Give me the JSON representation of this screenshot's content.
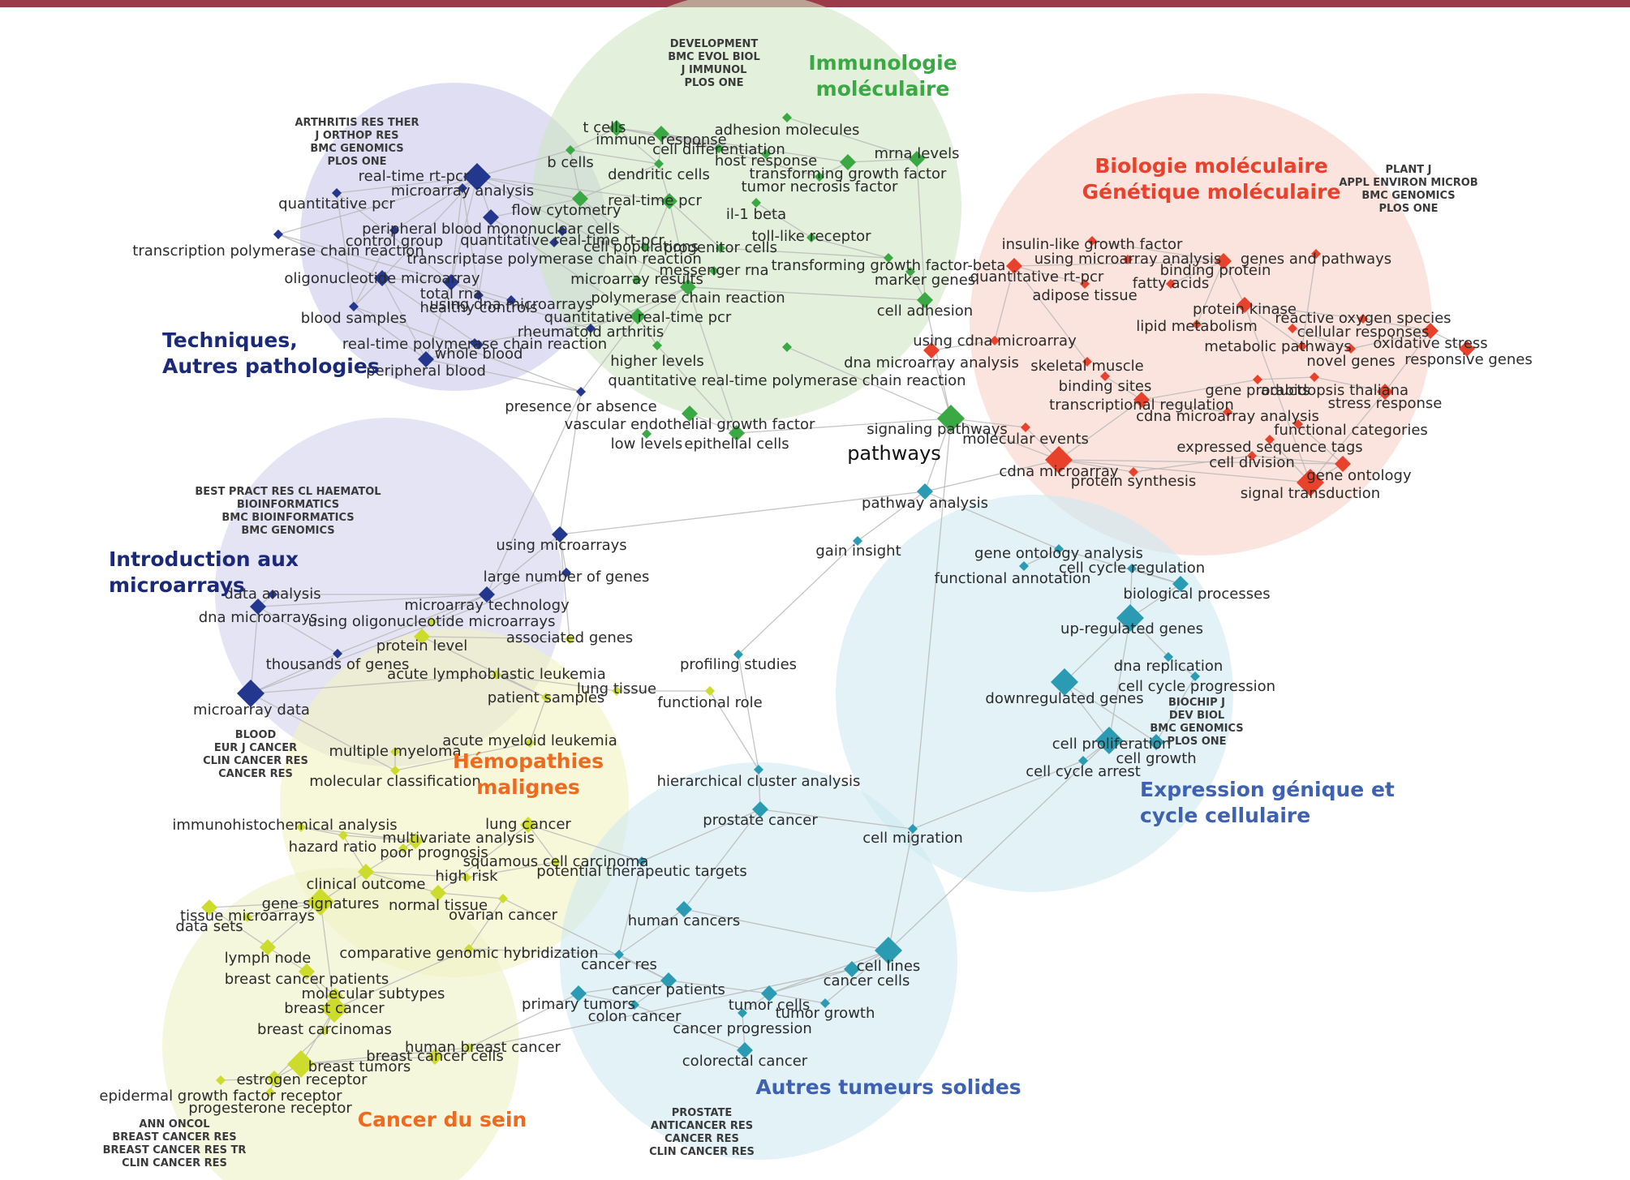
{
  "colors": {
    "blue": "#23378f",
    "green": "#3aa843",
    "red": "#e8412c",
    "teal": "#2a9bb2",
    "lime": "#cddc2c",
    "yellow": "#d7dc33",
    "title_navy": "#1b2a78",
    "title_green": "#3aa843",
    "title_red": "#e8412c",
    "title_steel": "#3e62b0",
    "title_orange": "#ee6a1f",
    "edge": "#b8b8b8",
    "topbar": "#9b3b4a"
  },
  "clusters": [
    {
      "id": "tech",
      "color": "#c9c8ea",
      "title": [
        "Techniques,",
        "Autres pathologies"
      ],
      "title_color": "#1b2a78",
      "journals": [
        "ARTHRITIS RES THER",
        "J ORTHOP RES",
        "BMC GENOMICS",
        "PLOS ONE"
      ]
    },
    {
      "id": "immuno",
      "color": "#cfe6c4",
      "title": [
        "Immunologie",
        "moléculaire"
      ],
      "title_color": "#3aa843",
      "journals": [
        "DEVELOPMENT",
        "BMC EVOL BIOL",
        "J IMMUNOL",
        "PLOS ONE"
      ]
    },
    {
      "id": "biomol",
      "color": "#f8d2c8",
      "title": [
        "Biologie moléculaire",
        "Génétique moléculaire"
      ],
      "title_color": "#e8412c",
      "journals": [
        "PLANT J",
        "APPL ENVIRON MICROB",
        "BMC GENOMICS",
        "PLOS ONE"
      ]
    },
    {
      "id": "intro",
      "color": "#d3d2ee",
      "title": [
        "Introduction aux",
        "microarrays"
      ],
      "title_color": "#1b2a78",
      "journals": [
        "BEST PRACT RES CL HAEMATOL",
        "BIOINFORMATICS",
        "BMC BIOINFORMATICS",
        "BMC GENOMICS"
      ]
    },
    {
      "id": "expr",
      "color": "#cfe9f1",
      "title": [
        "Expression génique et",
        "cycle cellulaire"
      ],
      "title_color": "#3e62b0",
      "journals": [
        "BIOCHIP J",
        "DEV BIOL",
        "BMC GENOMICS",
        "PLOS ONE"
      ]
    },
    {
      "id": "hemo",
      "color": "#f1f3c0",
      "title": [
        "Hémopathies",
        "malignes"
      ],
      "title_color": "#ee6a1f",
      "journals": [
        "BLOOD",
        "EUR J CANCER",
        "CLIN CANCER RES",
        "CANCER RES"
      ]
    },
    {
      "id": "solid",
      "color": "#cfe9f1",
      "title": [
        "Autres tumeurs solides"
      ],
      "title_color": "#3e62b0",
      "journals": [
        "PROSTATE",
        "ANTICANCER RES",
        "CANCER RES",
        "CLIN CANCER RES"
      ]
    },
    {
      "id": "sein",
      "color": "#eef2c6",
      "title": [
        "Cancer du sein"
      ],
      "title_color": "#ee6a1f",
      "journals": [
        "ANN ONCOL",
        "BREAST CANCER RES",
        "BREAST CANCER RES TR",
        "CLIN CANCER RES"
      ]
    }
  ],
  "nodes": [
    {
      "label": "real-time rt-pcr",
      "g": "blue",
      "s": 3
    },
    {
      "label": "microarray analysis",
      "g": "blue",
      "s": 1
    },
    {
      "label": "quantitative pcr",
      "g": "blue",
      "s": 1
    },
    {
      "label": "transcription polymerase chain reaction",
      "g": "blue",
      "s": 1
    },
    {
      "label": "peripheral blood mononuclear cells",
      "g": "blue",
      "s": 2
    },
    {
      "label": "control group",
      "g": "blue",
      "s": 1
    },
    {
      "label": "quantitative real-time rt-pcr",
      "g": "blue",
      "s": 1
    },
    {
      "label": "transcriptase polymerase chain reaction",
      "g": "blue",
      "s": 1
    },
    {
      "label": "oligonucleotide microarray",
      "g": "blue",
      "s": 2
    },
    {
      "label": "total rna",
      "g": "blue",
      "s": 2
    },
    {
      "label": "healthy controls",
      "g": "blue",
      "s": 1
    },
    {
      "label": "using dna microarrays",
      "g": "blue",
      "s": 1
    },
    {
      "label": "blood samples",
      "g": "blue",
      "s": 1
    },
    {
      "label": "whole blood",
      "g": "blue",
      "s": 1
    },
    {
      "label": "real-time polymerase chain reaction",
      "g": "blue",
      "s": 1
    },
    {
      "label": "peripheral blood",
      "g": "blue",
      "s": 2
    },
    {
      "label": "presence or absence",
      "g": "blue",
      "s": 1
    },
    {
      "label": "rheumatoid arthritis",
      "g": "blue",
      "s": 1
    },
    {
      "label": "t cells",
      "g": "green",
      "s": 2
    },
    {
      "label": "immune response",
      "g": "green",
      "s": 2
    },
    {
      "label": "cell differentiation",
      "g": "green",
      "s": 1
    },
    {
      "label": "adhesion molecules",
      "g": "green",
      "s": 1
    },
    {
      "label": "b cells",
      "g": "green",
      "s": 1
    },
    {
      "label": "dendritic cells",
      "g": "green",
      "s": 1
    },
    {
      "label": "host response",
      "g": "green",
      "s": 1
    },
    {
      "label": "mrna levels",
      "g": "green",
      "s": 2
    },
    {
      "label": "transforming growth factor",
      "g": "green",
      "s": 2
    },
    {
      "label": "tumor necrosis factor",
      "g": "green",
      "s": 1
    },
    {
      "label": "real-time pcr",
      "g": "green",
      "s": 2
    },
    {
      "label": "flow cytometry",
      "g": "green",
      "s": 2
    },
    {
      "label": "il-1 beta",
      "g": "green",
      "s": 1
    },
    {
      "label": "toll-like receptor",
      "g": "green",
      "s": 1
    },
    {
      "label": "cell populations",
      "g": "green",
      "s": 1
    },
    {
      "label": "progenitor cells",
      "g": "green",
      "s": 1
    },
    {
      "label": "transforming growth factor-beta",
      "g": "green",
      "s": 1
    },
    {
      "label": "messenger rna",
      "g": "green",
      "s": 1
    },
    {
      "label": "microarray results",
      "g": "green",
      "s": 1
    },
    {
      "label": "marker genes",
      "g": "green",
      "s": 1
    },
    {
      "label": "polymerase chain reaction",
      "g": "green",
      "s": 2
    },
    {
      "label": "cell adhesion",
      "g": "green",
      "s": 2
    },
    {
      "label": "quantitative real-time pcr",
      "g": "green",
      "s": 2
    },
    {
      "label": "higher levels",
      "g": "green",
      "s": 1
    },
    {
      "label": "quantitative real-time polymerase chain reaction",
      "g": "green",
      "s": 1
    },
    {
      "label": "vascular endothelial growth factor",
      "g": "green",
      "s": 2
    },
    {
      "label": "low levels",
      "g": "green",
      "s": 1
    },
    {
      "label": "epithelial cells",
      "g": "green",
      "s": 2
    },
    {
      "label": "signaling pathways",
      "g": "green",
      "s": 3
    },
    {
      "label": "insulin-like growth factor",
      "g": "red",
      "s": 1
    },
    {
      "label": "using microarray analysis",
      "g": "red",
      "s": 1
    },
    {
      "label": "binding protein",
      "g": "red",
      "s": 2
    },
    {
      "label": "genes and pathways",
      "g": "red",
      "s": 1
    },
    {
      "label": "quantitative rt-pcr",
      "g": "red",
      "s": 2
    },
    {
      "label": "fatty acids",
      "g": "red",
      "s": 1
    },
    {
      "label": "adipose tissue",
      "g": "red",
      "s": 1
    },
    {
      "label": "protein kinase",
      "g": "red",
      "s": 2
    },
    {
      "label": "reactive oxygen species",
      "g": "red",
      "s": 1
    },
    {
      "label": "lipid metabolism",
      "g": "red",
      "s": 1
    },
    {
      "label": "cellular responses",
      "g": "red",
      "s": 1
    },
    {
      "label": "oxidative stress",
      "g": "red",
      "s": 2
    },
    {
      "label": "metabolic pathways",
      "g": "red",
      "s": 1
    },
    {
      "label": "using cdna microarray",
      "g": "red",
      "s": 1
    },
    {
      "label": "novel genes",
      "g": "red",
      "s": 1
    },
    {
      "label": "responsive genes",
      "g": "red",
      "s": 2
    },
    {
      "label": "dna microarray analysis",
      "g": "red",
      "s": 2
    },
    {
      "label": "skeletal muscle",
      "g": "red",
      "s": 1
    },
    {
      "label": "binding sites",
      "g": "red",
      "s": 1
    },
    {
      "label": "gene products",
      "g": "red",
      "s": 1
    },
    {
      "label": "arabidopsis thaliana",
      "g": "red",
      "s": 1
    },
    {
      "label": "transcriptional regulation",
      "g": "red",
      "s": 2
    },
    {
      "label": "stress response",
      "g": "red",
      "s": 2
    },
    {
      "label": "cdna microarray analysis",
      "g": "red",
      "s": 1
    },
    {
      "label": "functional categories",
      "g": "red",
      "s": 1
    },
    {
      "label": "molecular events",
      "g": "red",
      "s": 1
    },
    {
      "label": "expressed sequence tags",
      "g": "red",
      "s": 1
    },
    {
      "label": "cell division",
      "g": "red",
      "s": 1
    },
    {
      "label": "cdna microarray",
      "g": "red",
      "s": 3
    },
    {
      "label": "gene ontology",
      "g": "red",
      "s": 2
    },
    {
      "label": "protein synthesis",
      "g": "red",
      "s": 1
    },
    {
      "label": "signal transduction",
      "g": "red",
      "s": 3
    },
    {
      "label": "pathways",
      "g": "none",
      "s": 0
    },
    {
      "label": "pathway analysis",
      "g": "teal",
      "s": 2
    },
    {
      "label": "gain insight",
      "g": "teal",
      "s": 1
    },
    {
      "label": "gene ontology analysis",
      "g": "teal",
      "s": 1
    },
    {
      "label": "cell cycle regulation",
      "g": "teal",
      "s": 1
    },
    {
      "label": "functional annotation",
      "g": "teal",
      "s": 1
    },
    {
      "label": "biological processes",
      "g": "teal",
      "s": 2
    },
    {
      "label": "up-regulated genes",
      "g": "teal",
      "s": 3
    },
    {
      "label": "dna replication",
      "g": "teal",
      "s": 1
    },
    {
      "label": "cell cycle progression",
      "g": "teal",
      "s": 1
    },
    {
      "label": "downregulated genes",
      "g": "teal",
      "s": 3
    },
    {
      "label": "cell proliferation",
      "g": "teal",
      "s": 3
    },
    {
      "label": "cell growth",
      "g": "teal",
      "s": 2
    },
    {
      "label": "cell cycle arrest",
      "g": "teal",
      "s": 1
    },
    {
      "label": "cell migration",
      "g": "teal",
      "s": 1
    },
    {
      "label": "profiling studies",
      "g": "teal",
      "s": 1
    },
    {
      "label": "hierarchical cluster analysis",
      "g": "teal",
      "s": 1
    },
    {
      "label": "prostate cancer",
      "g": "teal",
      "s": 2
    },
    {
      "label": "potential therapeutic targets",
      "g": "teal",
      "s": 1
    },
    {
      "label": "human cancers",
      "g": "teal",
      "s": 2
    },
    {
      "label": "cell lines",
      "g": "teal",
      "s": 3
    },
    {
      "label": "cancer cells",
      "g": "teal",
      "s": 2
    },
    {
      "label": "cancer res",
      "g": "teal",
      "s": 1
    },
    {
      "label": "cancer patients",
      "g": "teal",
      "s": 2
    },
    {
      "label": "primary tumors",
      "g": "teal",
      "s": 2
    },
    {
      "label": "tumor cells",
      "g": "teal",
      "s": 2
    },
    {
      "label": "colon cancer",
      "g": "teal",
      "s": 1
    },
    {
      "label": "tumor growth",
      "g": "teal",
      "s": 1
    },
    {
      "label": "cancer progression",
      "g": "teal",
      "s": 1
    },
    {
      "label": "colorectal cancer",
      "g": "teal",
      "s": 2
    },
    {
      "label": "using microarrays",
      "g": "blue",
      "s": 2
    },
    {
      "label": "large number of genes",
      "g": "blue",
      "s": 1
    },
    {
      "label": "data analysis",
      "g": "blue",
      "s": 1
    },
    {
      "label": "dna microarrays",
      "g": "blue",
      "s": 2
    },
    {
      "label": "microarray technology",
      "g": "blue",
      "s": 2
    },
    {
      "label": "using oligonucleotide microarrays",
      "g": "lime",
      "s": 1
    },
    {
      "label": "thousands of genes",
      "g": "blue",
      "s": 1
    },
    {
      "label": "microarray data",
      "g": "blue",
      "s": 3
    },
    {
      "label": "protein level",
      "g": "lime",
      "s": 2
    },
    {
      "label": "associated genes",
      "g": "lime",
      "s": 1
    },
    {
      "label": "acute lymphoblastic leukemia",
      "g": "lime",
      "s": 1
    },
    {
      "label": "lung tissue",
      "g": "lime",
      "s": 1
    },
    {
      "label": "patient samples",
      "g": "lime",
      "s": 1
    },
    {
      "label": "functional role",
      "g": "lime",
      "s": 1
    },
    {
      "label": "multiple myeloma",
      "g": "lime",
      "s": 1
    },
    {
      "label": "acute myeloid leukemia",
      "g": "lime",
      "s": 1
    },
    {
      "label": "molecular classification",
      "g": "lime",
      "s": 1
    },
    {
      "label": "immunohistochemical analysis",
      "g": "lime",
      "s": 1
    },
    {
      "label": "lung cancer",
      "g": "lime",
      "s": 2
    },
    {
      "label": "multivariate analysis",
      "g": "lime",
      "s": 2
    },
    {
      "label": "hazard ratio",
      "g": "lime",
      "s": 1
    },
    {
      "label": "poor prognosis",
      "g": "lime",
      "s": 1
    },
    {
      "label": "squamous cell carcinoma",
      "g": "lime",
      "s": 1
    },
    {
      "label": "high risk",
      "g": "lime",
      "s": 1
    },
    {
      "label": "clinical outcome",
      "g": "lime",
      "s": 2
    },
    {
      "label": "gene signatures",
      "g": "lime",
      "s": 3
    },
    {
      "label": "normal tissue",
      "g": "lime",
      "s": 2
    },
    {
      "label": "tissue microarrays",
      "g": "lime",
      "s": 1
    },
    {
      "label": "ovarian cancer",
      "g": "lime",
      "s": 1
    },
    {
      "label": "data sets",
      "g": "lime",
      "s": 2
    },
    {
      "label": "lymph node",
      "g": "lime",
      "s": 2
    },
    {
      "label": "comparative genomic hybridization",
      "g": "lime",
      "s": 1
    },
    {
      "label": "breast cancer patients",
      "g": "lime",
      "s": 2
    },
    {
      "label": "molecular subtypes",
      "g": "lime",
      "s": 2
    },
    {
      "label": "breast cancer",
      "g": "lime",
      "s": 3
    },
    {
      "label": "breast carcinomas",
      "g": "lime",
      "s": 1
    },
    {
      "label": "human breast cancer",
      "g": "lime",
      "s": 1
    },
    {
      "label": "breast cancer cells",
      "g": "lime",
      "s": 2
    },
    {
      "label": "breast tumors",
      "g": "lime",
      "s": 3
    },
    {
      "label": "estrogen receptor",
      "g": "lime",
      "s": 2
    },
    {
      "label": "epidermal growth factor receptor",
      "g": "lime",
      "s": 1
    },
    {
      "label": "progesterone receptor",
      "g": "lime",
      "s": 1
    }
  ]
}
